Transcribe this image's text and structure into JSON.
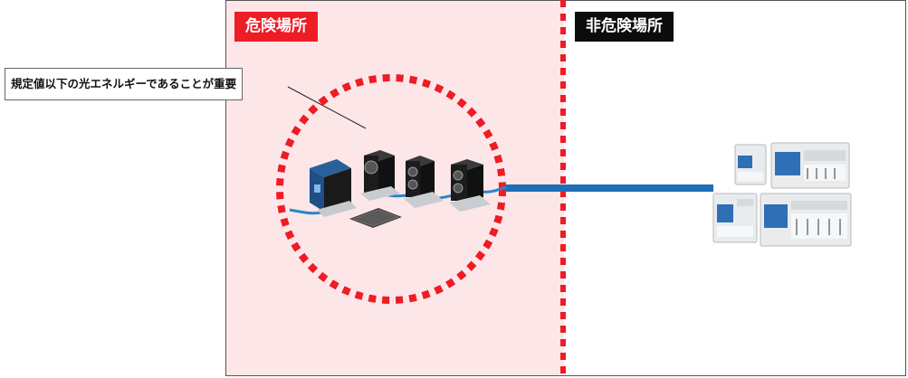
{
  "zones": {
    "hazardous_label": "危険場所",
    "non_hazardous_label": "非危険場所"
  },
  "callout": {
    "text": "規定値以下の光エネルギーであることが重要"
  },
  "colors": {
    "hazard_red": "#ee1c25",
    "hazard_fill": "#fde6e8",
    "boundary_red": "#ee1c25",
    "cable_blue": "#1f6fb8",
    "sensor_body": "#1a1a1a",
    "amplifier_gray": "#e6e8ea",
    "amplifier_blue_panel": "#2f6fb6"
  },
  "icons": {
    "sensors": [
      "blue-sensor-head-icon",
      "photoelectric-sensor-icon",
      "photoelectric-sensor-icon",
      "photoelectric-sensor-icon",
      "reflector-plate-icon"
    ],
    "amplifiers": [
      "amplifier-unit-icon",
      "amplifier-unit-icon",
      "amplifier-unit-icon",
      "amplifier-unit-icon"
    ]
  }
}
